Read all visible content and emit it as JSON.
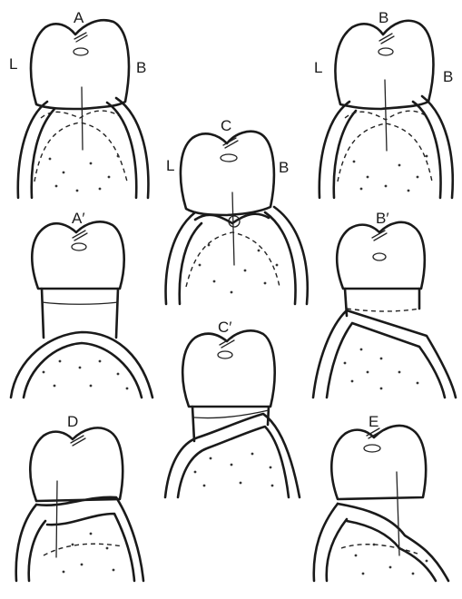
{
  "figures": [
    {
      "id": "A",
      "label": "A",
      "side_left": "L",
      "side_right": "B"
    },
    {
      "id": "B",
      "label": "B",
      "side_left": "L",
      "side_right": "B"
    },
    {
      "id": "C",
      "label": "C",
      "side_left": "L",
      "side_right": "B"
    },
    {
      "id": "A-prime",
      "label": "A′"
    },
    {
      "id": "B-prime",
      "label": "B′"
    },
    {
      "id": "C-prime",
      "label": "C′"
    },
    {
      "id": "D",
      "label": "D"
    },
    {
      "id": "E",
      "label": "E"
    }
  ]
}
